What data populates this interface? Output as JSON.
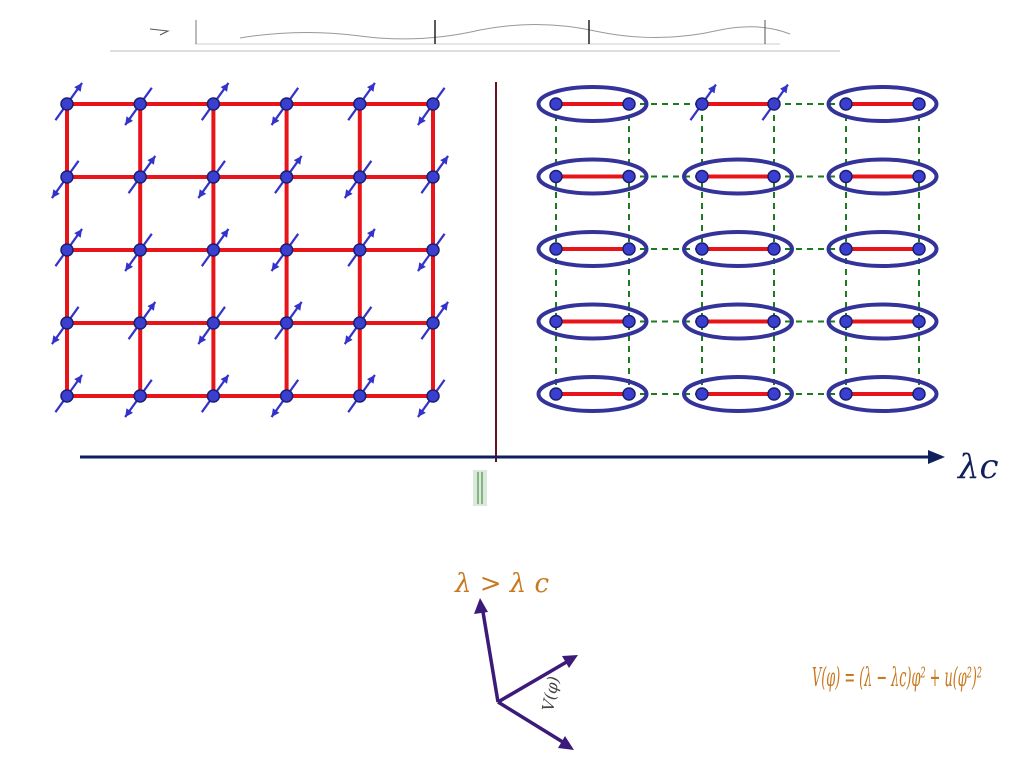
{
  "colors": {
    "bond": "#e8141a",
    "site_fill": "#3a3fd0",
    "site_stroke": "#1a1f70",
    "spin": "#3333cc",
    "dimer_ellipse": "#333399",
    "weak_bond": "#1e7a1e",
    "axis": "#10205a",
    "transition_line": "#6a1020",
    "orange_text": "#c8781e",
    "vector": "#3b1a7a",
    "green_label_bg": "#8fbf8f"
  },
  "axis": {
    "label": "λc"
  },
  "left_lattice": {
    "description_kind": "antiferromagnet",
    "rows": 5,
    "cols": 6
  },
  "right_lattice": {
    "description_kind": "dimer",
    "rows": 5,
    "dimers_per_row": 3,
    "unpaired": "top-middle"
  },
  "potential_panel": {
    "condition_label": "λ > λ c",
    "vector_label": "V(φ)",
    "formula": "V(φ) = (λ − λc)φ² + u(φ²)²"
  },
  "icons": {
    "header_strip": "mathematical-preamble-strip",
    "critical_point_label": "green-rotated-label"
  }
}
